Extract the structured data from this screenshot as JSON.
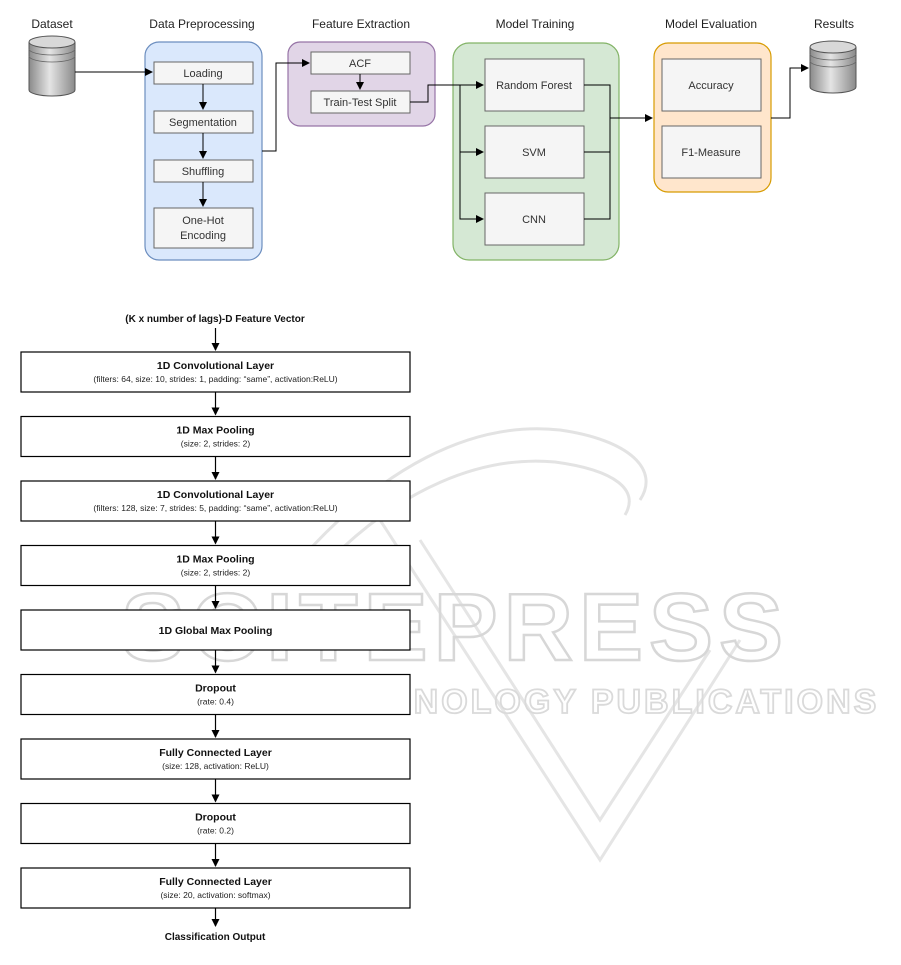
{
  "pipeline": {
    "headers": {
      "dataset": "Dataset",
      "preprocessing": "Data Preprocessing",
      "feature_extraction": "Feature Extraction",
      "model_training": "Model Training",
      "model_evaluation": "Model Evaluation",
      "results": "Results"
    },
    "preprocessing_steps": [
      "Loading",
      "Segmentation",
      "Shuffling",
      "One-Hot",
      "Encoding"
    ],
    "feature_steps": [
      "ACF",
      "Train-Test Split"
    ],
    "models": [
      "Random Forest",
      "SVM",
      "CNN"
    ],
    "metrics": [
      "Accuracy",
      "F1-Measure"
    ],
    "colors": {
      "preprocessing_fill": "#dae8fc",
      "preprocessing_stroke": "#6c8ebf",
      "feature_fill": "#e1d5e7",
      "feature_stroke": "#9673a6",
      "training_fill": "#d5e8d4",
      "training_stroke": "#82b366",
      "evaluation_fill": "#ffe6cc",
      "evaluation_stroke": "#d79b00",
      "inner_box_fill": "#f5f5f5",
      "inner_box_stroke": "#666666"
    }
  },
  "cnn": {
    "input": "(K x number of lags)-D Feature Vector",
    "layers": [
      {
        "title": "1D Convolutional Layer",
        "detail": "(filters: 64, size: 10, strides: 1, padding: “same”, activation:ReLU)"
      },
      {
        "title": "1D Max Pooling",
        "detail": "(size: 2, strides: 2)"
      },
      {
        "title": "1D Convolutional Layer",
        "detail": "(filters: 128, size: 7, strides: 5, padding: “same”, activation:ReLU)"
      },
      {
        "title": "1D Max Pooling",
        "detail": "(size: 2, strides: 2)"
      },
      {
        "title": "1D Global Max Pooling",
        "detail": ""
      },
      {
        "title": "Dropout",
        "detail": "(rate: 0.4)"
      },
      {
        "title": "Fully Connected Layer",
        "detail": "(size: 128, activation: ReLU)"
      },
      {
        "title": "Dropout",
        "detail": "(rate: 0.2)"
      },
      {
        "title": "Fully Connected Layer",
        "detail": "(size: 20, activation: softmax)"
      }
    ],
    "output": "Classification Output"
  },
  "watermark": {
    "main": "SCITEPRESS",
    "sub": "SCIENCE AND TECHNOLOGY PUBLICATIONS"
  }
}
